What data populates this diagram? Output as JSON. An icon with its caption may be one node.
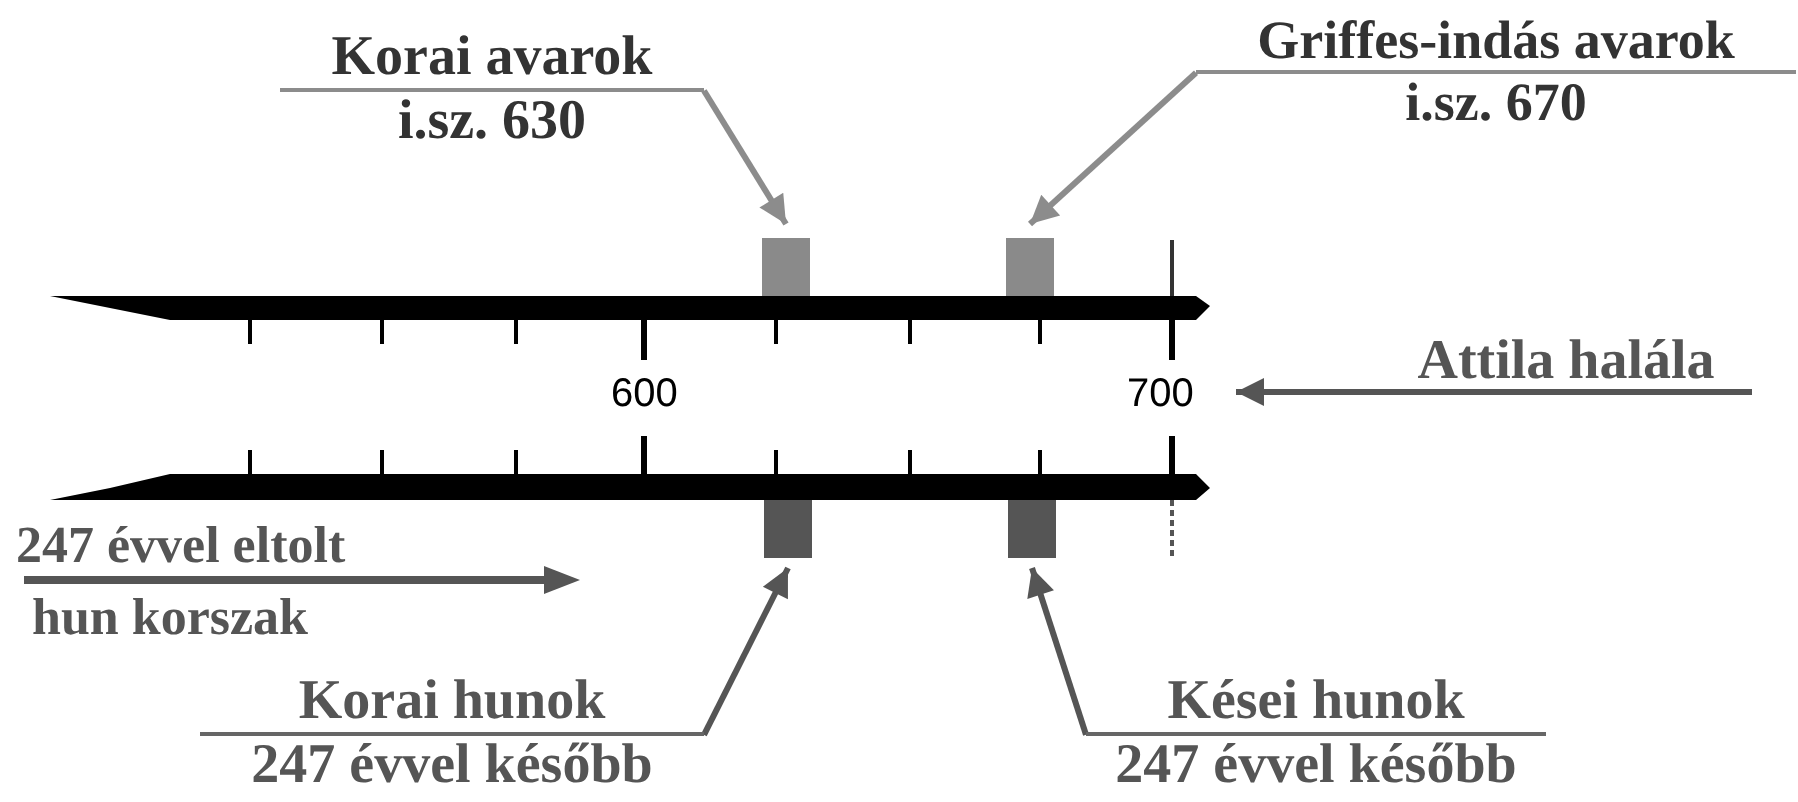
{
  "diagram": {
    "nodes": [
      {
        "text": [
          "Korai avarok",
          "i.sz. 630"
        ]
      },
      {
        "text": [],
        "shape": "box"
      },
      {
        "text": [
          "Griffes-indás avarok",
          "i.sz. 670"
        ]
      },
      {
        "text": [],
        "shape": "box"
      },
      {
        "text": [
          "Attila halála"
        ]
      },
      {
        "text": [],
        "shape": "box"
      },
      {
        "text": [],
        "shape": "box"
      },
      {
        "text": [
          "Korai hunok",
          "247 évvel később"
        ]
      },
      {
        "text": [
          "Kései hunok",
          "247 évvel később"
        ]
      }
    ],
    "edges": [
      {
        "from": 0,
        "to": 1,
        "arrow": "to",
        "color": "#8c8c8c"
      },
      {
        "from": 2,
        "to": 3,
        "arrow": "to",
        "color": "#8c8c8c"
      },
      {
        "from": 4,
        "to": null,
        "arrow": "to"
      },
      {
        "from": 7,
        "to": 5,
        "arrow": "to"
      },
      {
        "from": 8,
        "to": 6,
        "arrow": "to"
      }
    ],
    "labels": [
      "600",
      "700",
      "247 évvel eltolt",
      "hun korszak"
    ]
  }
}
